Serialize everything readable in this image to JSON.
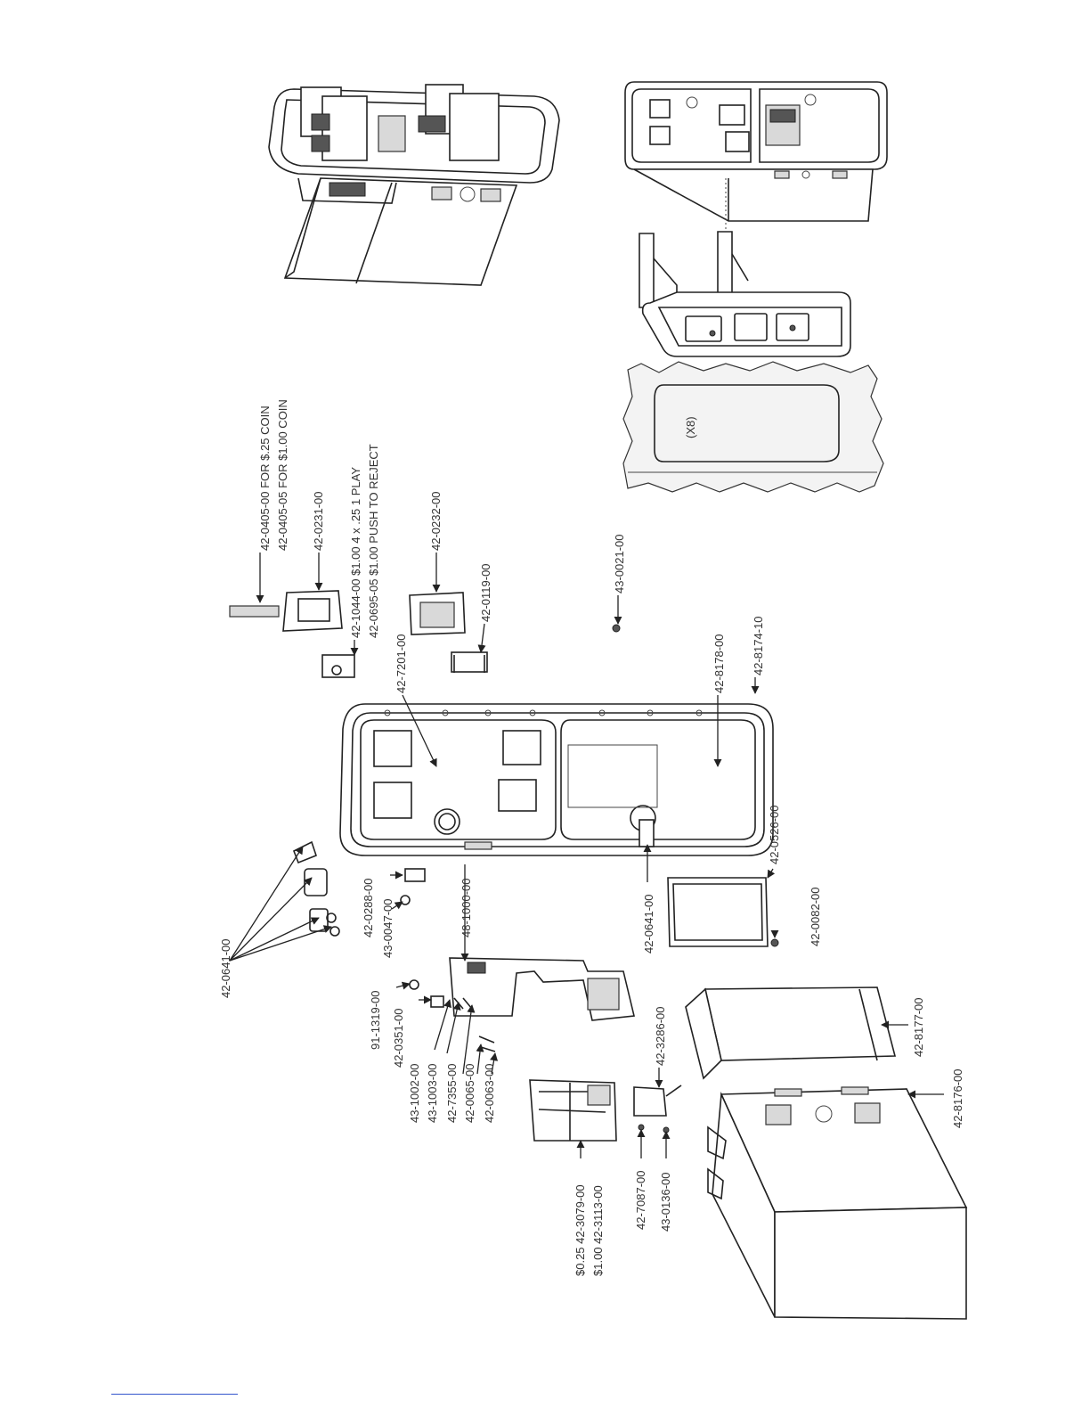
{
  "labels": {
    "coin_slot_025": "42-0405-00 FOR $.25 COIN",
    "coin_slot_100": "42-0405-05 FOR $1.00 COIN",
    "bezel_top": "42-0231-00",
    "button_play": "42-1044-00 $1.00 4 x .25 1 PLAY",
    "button_reject": "42-0695-05 $1.00 PUSH TO REJECT",
    "bezel_lower": "42-0232-00",
    "plate_7201": "42-7201-00",
    "bracket_0119": "42-0119-00",
    "screw_0021": "43-0021-00",
    "door_8178": "42-8178-00",
    "frame_8174": "42-8174-10",
    "lock_assy_left": "42-0641-00",
    "latch_0288": "42-0288-00",
    "nut_0047": "43-0047-00",
    "bracket_48": "48-1000-00",
    "lock_0641_door": "42-0641-00",
    "panel_0526": "42-0526-00",
    "nut_0082": "42-0082-00",
    "part_91": "91-1319-00",
    "part_0351": "42-0351-00",
    "part_1002": "43-1002-00",
    "part_1003": "43-1003-00",
    "part_7355": "42-7355-00",
    "part_0065": "42-0065-00",
    "part_0063": "42-0063-00",
    "mech_025": "$0.25 42-3079-00",
    "mech_100": "$1.00 42-3113-00",
    "part_3286": "42-3286-00",
    "part_7087": "42-7087-00",
    "screw_0136": "43-0136-00",
    "cashbox_8177": "42-8177-00",
    "cabinet_8176": "42-8176-00",
    "qty_x8": "(X8)"
  }
}
